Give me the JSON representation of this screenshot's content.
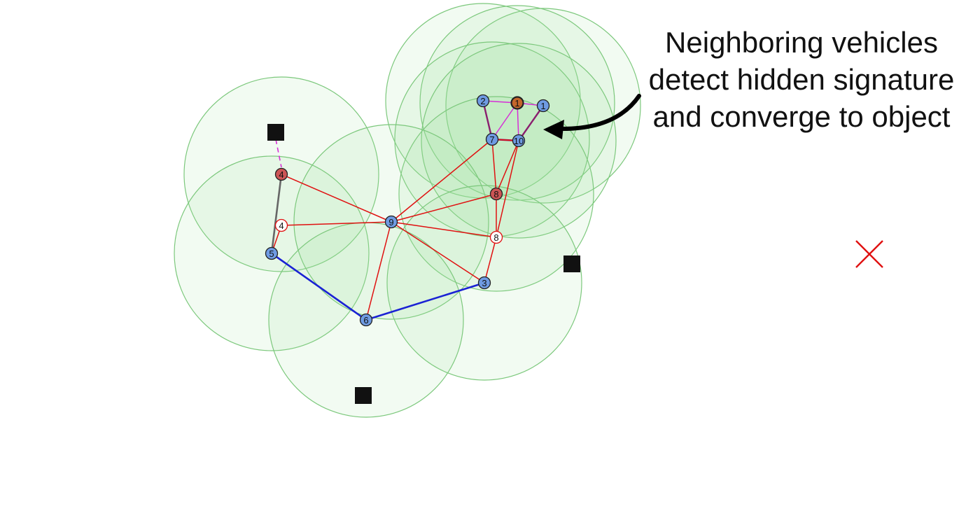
{
  "annotation": {
    "lines": [
      "Neighboring vehicles",
      "detect hidden signature",
      "and converge to object"
    ]
  },
  "colors": {
    "sensor_fill": "#9be09b",
    "sensor_stroke": "#7cc87c",
    "vehicle": "#6f9be3",
    "detected_target": "#cc5555",
    "hidden_object": "#c4662b",
    "ghost": "#ffffff",
    "link_red": "#e01010",
    "link_blue": "#1a22d4",
    "link_gray": "#666666",
    "link_magenta": "#d62fd6",
    "link_purple": "#8a1e6e",
    "obstacle": "#111111",
    "goal_marker": "#e01010"
  },
  "nodes": [
    {
      "id": "n2",
      "label": "2",
      "kind": "vehicle"
    },
    {
      "id": "n1obj",
      "label": "1",
      "kind": "hidden_object"
    },
    {
      "id": "n1",
      "label": "1",
      "kind": "vehicle"
    },
    {
      "id": "n7",
      "label": "7",
      "kind": "vehicle"
    },
    {
      "id": "n10",
      "label": "10",
      "kind": "vehicle"
    },
    {
      "id": "n8r",
      "label": "8",
      "kind": "detected_target"
    },
    {
      "id": "n4r",
      "label": "4",
      "kind": "detected_target"
    },
    {
      "id": "n4w",
      "label": "4",
      "kind": "ghost"
    },
    {
      "id": "n9",
      "label": "9",
      "kind": "vehicle"
    },
    {
      "id": "n8w",
      "label": "8",
      "kind": "ghost"
    },
    {
      "id": "n5",
      "label": "5",
      "kind": "vehicle"
    },
    {
      "id": "n3",
      "label": "3",
      "kind": "vehicle"
    },
    {
      "id": "n6",
      "label": "6",
      "kind": "vehicle"
    }
  ],
  "links": [
    {
      "from": "n4r",
      "to": "n9",
      "color": "red"
    },
    {
      "from": "n4w",
      "to": "n9",
      "color": "red"
    },
    {
      "from": "n5",
      "to": "n4w",
      "color": "red"
    },
    {
      "from": "n9",
      "to": "n7",
      "color": "red"
    },
    {
      "from": "n9",
      "to": "n8r",
      "color": "red"
    },
    {
      "from": "n9",
      "to": "n8w",
      "color": "red"
    },
    {
      "from": "n9",
      "to": "n3",
      "color": "red"
    },
    {
      "from": "n9",
      "to": "n6",
      "color": "red"
    },
    {
      "from": "n3",
      "to": "n8w",
      "color": "red"
    },
    {
      "from": "n8w",
      "to": "n8r",
      "color": "red"
    },
    {
      "from": "n8w",
      "to": "n10",
      "color": "red"
    },
    {
      "from": "n8r",
      "to": "n7",
      "color": "red"
    },
    {
      "from": "n8r",
      "to": "n10",
      "color": "red"
    },
    {
      "from": "n5",
      "to": "n6",
      "color": "blue"
    },
    {
      "from": "n6",
      "to": "n3",
      "color": "blue"
    },
    {
      "from": "n4r",
      "to": "n5",
      "color": "gray"
    },
    {
      "from": "n2",
      "to": "n1obj",
      "color": "magenta"
    },
    {
      "from": "n1obj",
      "to": "n7",
      "color": "magenta"
    },
    {
      "from": "n1obj",
      "to": "n10",
      "color": "magenta"
    },
    {
      "from": "n1obj",
      "to": "n1",
      "color": "magenta"
    },
    {
      "from": "n2",
      "to": "n7",
      "color": "purple"
    },
    {
      "from": "n7",
      "to": "n10",
      "color": "purple"
    },
    {
      "from": "n10",
      "to": "n1",
      "color": "purple"
    },
    {
      "from": "n10",
      "to": "n7",
      "color": "red"
    }
  ],
  "dashed_links": [
    {
      "from": "obstacle-a",
      "to": "n4r",
      "color": "magenta"
    }
  ],
  "obstacles": [
    "obstacle-a",
    "obstacle-b",
    "obstacle-c"
  ],
  "goal_marker": {
    "icon": "cross-mark-icon"
  },
  "arrow": {
    "icon": "curved-arrow-icon"
  }
}
